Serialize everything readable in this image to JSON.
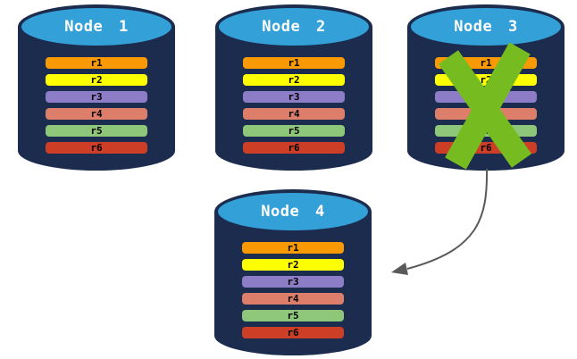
{
  "diagram": {
    "colors": {
      "background": "#FFFFFF",
      "cylinder_body": "#1C2C4F",
      "cylinder_top": "#34A0D8",
      "title_text": "#FFFFFF",
      "row_label": "#000000",
      "failure_x": "#76BC21",
      "arrow": "#595959"
    },
    "nodes": [
      {
        "title": "Node 1",
        "failed": false,
        "replicas": [
          {
            "label": "r1",
            "color": "#F99A05"
          },
          {
            "label": "r2",
            "color": "#FFFF00"
          },
          {
            "label": "r3",
            "color": "#8C7DC6"
          },
          {
            "label": "r4",
            "color": "#DD7E6B"
          },
          {
            "label": "r5",
            "color": "#8EC67A"
          },
          {
            "label": "r6",
            "color": "#CC3E26"
          }
        ]
      },
      {
        "title": "Node 2",
        "failed": false,
        "replicas": [
          {
            "label": "r1",
            "color": "#F99A05"
          },
          {
            "label": "r2",
            "color": "#FFFF00"
          },
          {
            "label": "r3",
            "color": "#8C7DC6"
          },
          {
            "label": "r4",
            "color": "#DD7E6B"
          },
          {
            "label": "r5",
            "color": "#8EC67A"
          },
          {
            "label": "r6",
            "color": "#CC3E26"
          }
        ]
      },
      {
        "title": "Node 3",
        "failed": true,
        "replicas": [
          {
            "label": "r1",
            "color": "#F99A05"
          },
          {
            "label": "r2",
            "color": "#FFFF00"
          },
          {
            "label": "r3",
            "color": "#8C7DC6"
          },
          {
            "label": "r4",
            "color": "#DD7E6B"
          },
          {
            "label": "r5",
            "color": "#8EC67A"
          },
          {
            "label": "r6",
            "color": "#CC3E26"
          }
        ]
      },
      {
        "title": "Node 4",
        "failed": false,
        "replicas": [
          {
            "label": "r1",
            "color": "#F99A05"
          },
          {
            "label": "r2",
            "color": "#FFFF00"
          },
          {
            "label": "r3",
            "color": "#8C7DC6"
          },
          {
            "label": "r4",
            "color": "#DD7E6B"
          },
          {
            "label": "r5",
            "color": "#8EC67A"
          },
          {
            "label": "r6",
            "color": "#CC3E26"
          }
        ]
      }
    ],
    "arrow": {
      "from": "Node 3",
      "to": "Node 4"
    }
  }
}
